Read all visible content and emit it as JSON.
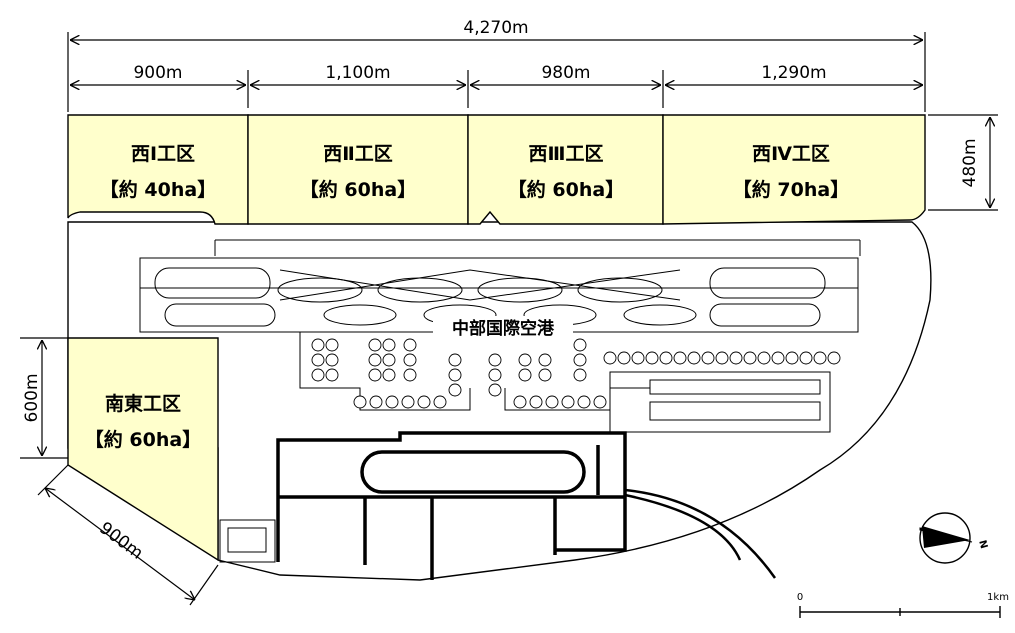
{
  "dimensions": {
    "total": "4,270m",
    "seg1": "900m",
    "seg2": "1,100m",
    "seg3": "980m",
    "seg4": "1,290m",
    "depth": "480m",
    "south_height": "600m",
    "south_diag": "900m"
  },
  "zones": {
    "w1": {
      "name": "西Ⅰ工区",
      "area": "【約 40ha】"
    },
    "w2": {
      "name": "西Ⅱ工区",
      "area": "【約 60ha】"
    },
    "w3": {
      "name": "西Ⅲ工区",
      "area": "【約 60ha】"
    },
    "w4": {
      "name": "西Ⅳ工区",
      "area": "【約 70ha】"
    },
    "se": {
      "name": "南東工区",
      "area": "【約 60ha】"
    }
  },
  "airport_label": "中部国際空港",
  "scale": {
    "zero": "0",
    "end": "1km"
  },
  "compass": {
    "north": "N"
  },
  "colors": {
    "zone_fill": "#ffffcc",
    "line": "#000000"
  }
}
